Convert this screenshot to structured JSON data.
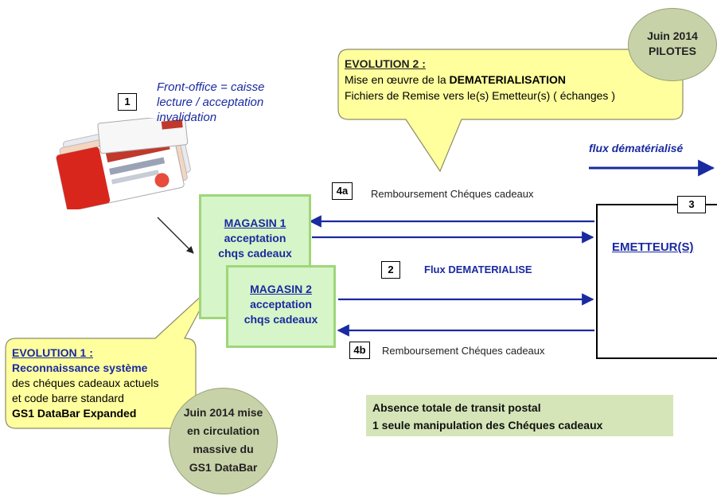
{
  "front_office": {
    "num": "1",
    "line1": "Front-office = caisse",
    "line2": "lecture / acceptation",
    "line3": "invalidation"
  },
  "evolution2": {
    "title": "EVOLUTION 2 :",
    "line1_prefix": "Mise en œuvre de la ",
    "line1_bold": "DEMATERIALISATION",
    "line2": "Fichiers de Remise vers le(s) Emetteur(s) ( échanges )"
  },
  "pilot_badge": {
    "line1": "Juin 2014",
    "line2": "PILOTES"
  },
  "flux_label": "flux dématérialisé",
  "labels": {
    "n4a": "4a",
    "remb_top": "Remboursement Chéques cadeaux",
    "n2": "2",
    "flux_demat": "Flux DEMATERIALISE",
    "n4b": "4b",
    "remb_bottom": "Remboursement Chéques cadeaux",
    "n3": "3"
  },
  "magasin1": {
    "title": "MAGASIN 1",
    "line1": "acceptation",
    "line2": "chqs cadeaux"
  },
  "magasin2": {
    "title": "MAGASIN 2",
    "line1": "acceptation",
    "line2": "chqs cadeaux"
  },
  "emetteur": {
    "title": "EMETTEUR(S)"
  },
  "evolution1": {
    "title": "EVOLUTION 1 :",
    "line1": "Reconnaissance système",
    "line2": "des chéques cadeaux actuels",
    "line3": "et code barre standard",
    "line4": "GS1 DataBar Expanded"
  },
  "massive_badge": {
    "line1": "Juin 2014 mise",
    "line2": "en circulation",
    "line3": "massive du",
    "line4": "GS1 DataBar"
  },
  "absence": {
    "line1": "Absence totale de transit postal",
    "line2": "1 seule manipulation des Chéques cadeaux"
  },
  "colors": {
    "callout": "#ffff9e",
    "store": "#d6f5c8",
    "arrow": "#1a2aa0",
    "badge": "#c8d2a8",
    "note": "#d5e5b8"
  }
}
